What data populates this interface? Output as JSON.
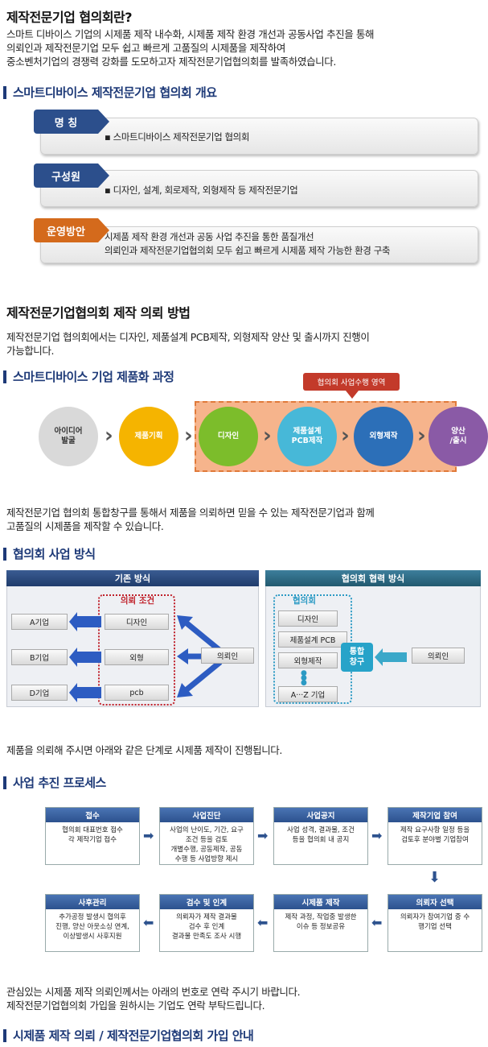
{
  "intro": {
    "title": "제작전문기업 협의회란?",
    "text": "스마트 디바이스 기업의 시제품 제작 내수화, 시제품 제작 환경 개선과 공동사업 추진을 통해\n의뢰인과 제작전문기업 모두 쉽고 빠르게 고품질의 시제품을 제작하여\n중소벤처기업의 경쟁력 강화를 도모하고자 제작전문기업협의회를 발족하였습니다."
  },
  "overview": {
    "heading": "스마트디바이스 제작전문기업 협의회 개요",
    "items": [
      {
        "tag": "명 칭",
        "text": "▪ 스마트디바이스 제작전문기업 협의회",
        "color": "#2c4f8c"
      },
      {
        "tag": "구성원",
        "text": "▪ 디자인, 설계, 회로제작, 외형제작 등 제작전문기업",
        "color": "#2c4f8c"
      },
      {
        "tag": "운영방안",
        "text": "시제품 제작 환경 개선과 공동 사업 추진을 통한 품질개선\n의뢰인과 제작전문기업협의회 모두 쉽고 빠르게 시제품 제작 가능한 환경 구축",
        "color": "#d46a1c"
      }
    ]
  },
  "request": {
    "title": "제작전문기업협의회 제작 의뢰 방법",
    "text": "제작전문기업 협의회에서는 디자인, 제품설계 PCB제작, 외형제작 양산 및 출시까지 진행이\n가능합니다."
  },
  "productization": {
    "heading": "스마트디바이스 기업 제품화 과정",
    "scope_label": "협의회 사업수행 영역",
    "steps": [
      {
        "label": "아이디어\n발굴",
        "color": "#d9d9d9",
        "text_color": "#333"
      },
      {
        "label": "제품기획",
        "color": "#f5b400",
        "text_color": "#fff"
      },
      {
        "label": "디자인",
        "color": "#7cbd2b",
        "text_color": "#fff"
      },
      {
        "label": "제품설계\nPCB제작",
        "color": "#47b8d8",
        "text_color": "#fff"
      },
      {
        "label": "외형제작",
        "color": "#2c6fb8",
        "text_color": "#fff"
      },
      {
        "label": "양산\n/출시",
        "color": "#8a5aa6",
        "text_color": "#fff"
      }
    ],
    "after_text": "제작전문기업 협의회 통합창구를 통해서 제품을 의뢰하면 믿을 수 있는 제작전문기업과 함께\n고품질의 시제품을 제작할 수 있습니다."
  },
  "method": {
    "heading": "협의회 사업 방식",
    "old": {
      "title": "기존 방식",
      "group_label": "의뢰 조건",
      "companies": [
        "A기업",
        "B기업",
        "D기업"
      ],
      "conditions": [
        "디자인",
        "외형",
        "pcb"
      ],
      "client": "의뢰인"
    },
    "new": {
      "title": "협의회 협력 방식",
      "group_label": "협의회",
      "members": [
        "디자인",
        "제품설계 PCB",
        "외형제작",
        "A···Z 기업"
      ],
      "window": "통합\n창구",
      "client": "의뢰인"
    },
    "after_text": "제품을 의뢰해 주시면 아래와 같은 단계로 시제품 제작이 진행됩니다."
  },
  "process": {
    "heading": "사업 추진 프로세스",
    "row1": [
      {
        "title": "접수",
        "body": "협의회 대표번호 접수\n각 제작기업 접수"
      },
      {
        "title": "사업진단",
        "body": "사업의 난이도, 기간, 요구\n조건 등을 검토\n개별수행, 공동제작, 공동\n수행 등 사업방향 제시"
      },
      {
        "title": "사업공지",
        "body": "사업 성격, 결과물, 조건\n등을 협의회 내 공지"
      },
      {
        "title": "제작기업 참여",
        "body": "제작 요구사항 일정 등을\n검토후 분야별 기업참여"
      }
    ],
    "row2": [
      {
        "title": "사후관리",
        "body": "추가공정 발생시 협의후\n진행, 양산 아웃소싱 연계,\n이상발생시 사후지원"
      },
      {
        "title": "검수 및 인계",
        "body": "의뢰자가 제작 결과물\n검수 후 인계\n결과물 만족도 조사 시행"
      },
      {
        "title": "시제품 제작",
        "body": "제작 과정, 작업중 발생한\n이슈 등 정보공유"
      },
      {
        "title": "의뢰자 선택",
        "body": "의뢰자가 참여기업 중 수\n행기업 선택"
      }
    ]
  },
  "contact": {
    "text": "관심있는 시제품 제작 의뢰인께서는 아래의 번호로 연락 주시기 바랍니다.\n제작전문기업협의회 가입을 원하시는 기업도 연락 부탁드립니다.",
    "heading": "시제품 제작 의뢰 / 제작전문기업협의회 가입 안내"
  }
}
